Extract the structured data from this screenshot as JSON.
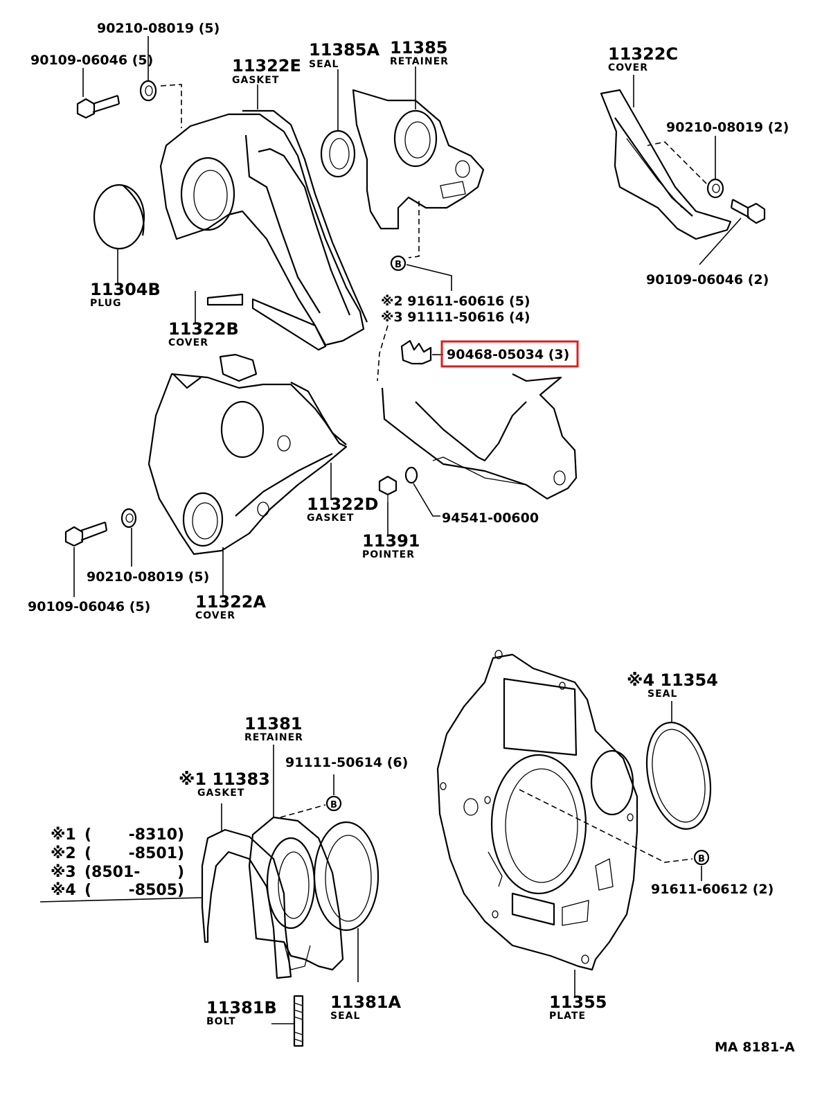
{
  "labels": {
    "p_90210_a": "90210-08019 (5)",
    "p_90109_a": "90109-06046 (5)",
    "p_11322E": "11322E",
    "s_gasket_e": "GASKET",
    "p_11385A": "11385A",
    "s_seal_a": "SEAL",
    "p_11385": "11385",
    "s_retainer_a": "RETAINER",
    "p_11322C": "11322C",
    "s_cover_c": "COVER",
    "p_90210_b": "90210-08019 (2)",
    "p_90109_b": "90109-06046 (2)",
    "p_11304B": "11304B",
    "s_plug": "PLUG",
    "p_11322B": "11322B",
    "s_cover_b": "COVER",
    "p_91611_a": "※2 91611-60616 (5)",
    "p_91111_a": "※3 91111-50616 (4)",
    "p_90468": "90468-05034 (3)",
    "p_11322D": "11322D",
    "s_gasket_d": "GASKET",
    "p_94541": "94541-00600",
    "p_11391": "11391",
    "s_pointer": "POINTER",
    "p_90210_c": "90210-08019 (5)",
    "p_90109_c": "90109-06046 (5)",
    "p_11322A": "11322A",
    "s_cover_a": "COVER",
    "p_11354": "※4 11354",
    "s_seal_b": "SEAL",
    "p_11381": "11381",
    "s_retainer_b": "RETAINER",
    "p_91111_b": "91111-50614 (6)",
    "p_11383": "※1 11383",
    "s_gasket_f": "GASKET",
    "n1_mark": "※1",
    "n1_range": "(       -8310)",
    "n2_mark": "※2",
    "n2_range": "(       -8501)",
    "n3_mark": "※3",
    "n3_range": "(8501-       )",
    "n4_mark": "※4",
    "n4_range": "(       -8505)",
    "p_91611_b": "91611-60612 (2)",
    "p_11381B": "11381B",
    "s_bolt": "BOLT",
    "p_11381A": "11381A",
    "s_seal_c": "SEAL",
    "p_11355": "11355",
    "s_plate": "PLATE",
    "b_mark_1": "B",
    "b_mark_2": "B",
    "b_mark_3": "B",
    "doc_code": "MA 8181-A"
  },
  "colors": {
    "highlight": "#e31b1b",
    "ink": "#000000"
  },
  "highlighted_part": "90468-05034 (3)"
}
